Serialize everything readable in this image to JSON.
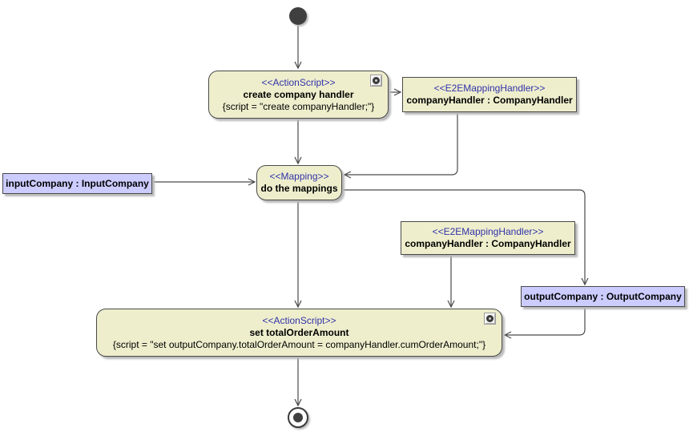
{
  "colors": {
    "canvas_bg": "#ffffff",
    "node_fill": "#eeeecd",
    "node_border": "#4a4a4a",
    "object_fill": "#ccccff",
    "stereotype_text": "#3232aa",
    "name_text": "#000000",
    "edge_line": "#4a4a4a",
    "start_end_fill": "#3f3f3f"
  },
  "nodes": {
    "action_create": {
      "stereotype": "<<ActionScript>>",
      "name": "create company handler",
      "script": "{script = \"create companyHandler;\"}"
    },
    "handler_top": {
      "stereotype": "<<E2EMappingHandler>>",
      "name": "companyHandler : CompanyHandler"
    },
    "mapping": {
      "stereotype": "<<Mapping>>",
      "name": "do the mappings"
    },
    "input_object": {
      "name": "inputCompany : InputCompany"
    },
    "handler_bottom": {
      "stereotype": "<<E2EMappingHandler>>",
      "name": "companyHandler : CompanyHandler"
    },
    "output_object": {
      "name": "outputCompany : OutputCompany"
    },
    "action_set": {
      "stereotype": "<<ActionScript>>",
      "name": "set totalOrderAmount",
      "script": "{script = \"set outputCompany.totalOrderAmount = companyHandler.cumOrderAmount;\"}"
    }
  }
}
